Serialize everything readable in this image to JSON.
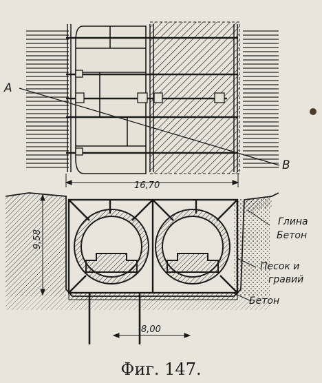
{
  "labels": {
    "section_a": "A",
    "section_b": "B",
    "width": "16,70",
    "height": "9,58",
    "spacing": "8,00"
  },
  "materials": {
    "clay": "Глина",
    "concrete_top": "Бетон",
    "sand_line1": "Песок и",
    "sand_line2": "гравий",
    "concrete_bottom": "Бетон"
  },
  "caption": "Фиг. 147.",
  "colors": {
    "paper": "#e9e5dc",
    "ink": "#1a1a1a"
  }
}
